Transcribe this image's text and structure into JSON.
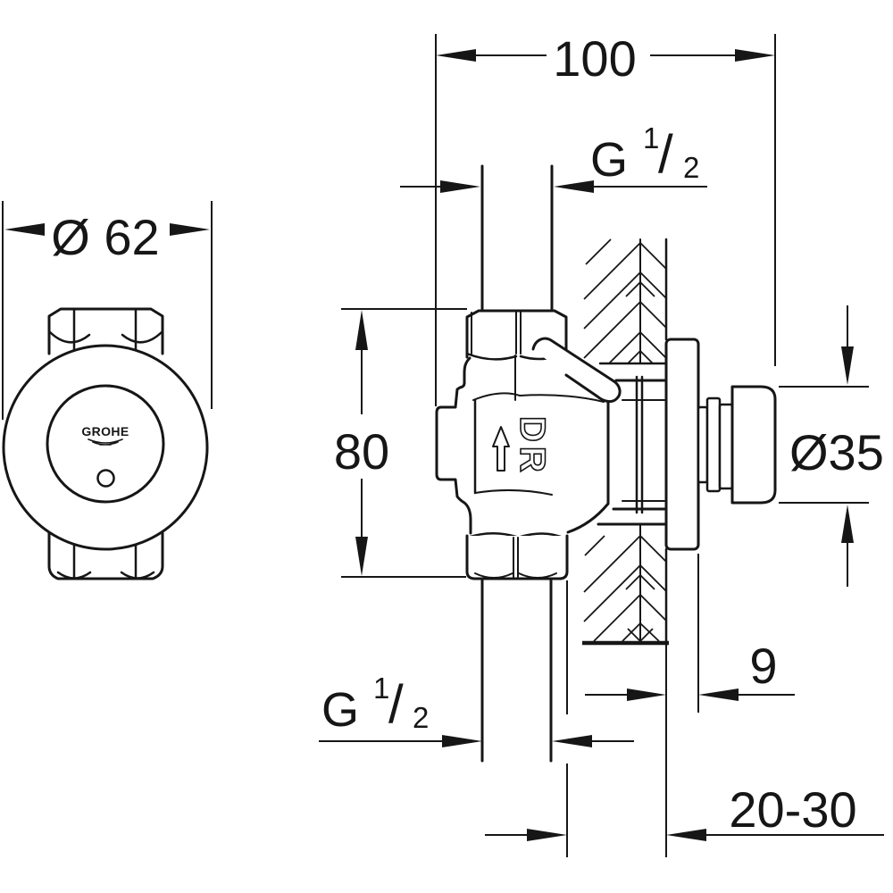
{
  "front_view": {
    "diameter_label": "Ø 62",
    "brand_logo": "GROHE"
  },
  "side_view": {
    "width_label": "100",
    "height_label": "80",
    "knob_diameter_label": "Ø35",
    "escutcheon_thickness_label": "9",
    "mounting_depth_label": "20-30",
    "flow_marking": "DR",
    "thread_label": {
      "base": "G",
      "numerator": "1",
      "slash": "/",
      "denominator": "2"
    }
  },
  "colors": {
    "line": "#161616",
    "background": "#ffffff"
  }
}
